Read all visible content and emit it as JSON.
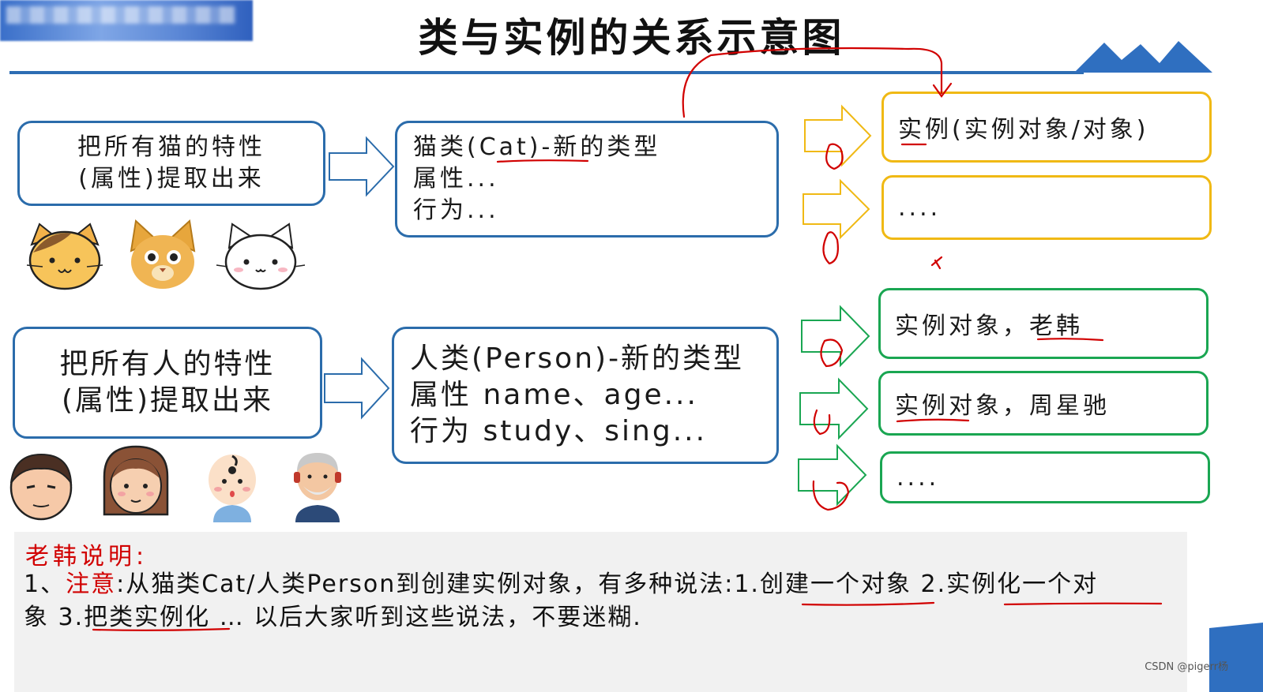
{
  "title": "类与实例的关系示意图",
  "cat": {
    "source_line1": "把所有猫的特性",
    "source_line2": "(属性)提取出来",
    "class_line1": "猫类(Cat)-新的类型",
    "class_line2": "属性...",
    "class_line3": "行为...",
    "instance1": "实例(实例对象/对象)",
    "instance2": "...."
  },
  "person": {
    "source_line1": "把所有人的特性",
    "source_line2": "(属性)提取出来",
    "class_line1": "人类(Person)-新的类型",
    "class_line2": "属性 name、age...",
    "class_line3": "行为 study、sing...",
    "instance1": "实例对象，老韩",
    "instance2": "实例对象，周星驰",
    "instance3": "...."
  },
  "note": {
    "title": "老韩说明:",
    "line1_prefix": "1、",
    "line1_highlight": "注意",
    "line1_rest": ":从猫类Cat/人类Person到创建实例对象，有多种说法:1.创建一个对象 2.实例化一个对",
    "line2": "象 3.把类实例化 … 以后大家听到这些说法，不要迷糊."
  },
  "watermark": "CSDN @pigerr杨",
  "colors": {
    "blue_border": "#2b6cab",
    "yellow_border": "#f0b914",
    "green_border": "#1aa652",
    "annotation_red": "#d10000"
  }
}
